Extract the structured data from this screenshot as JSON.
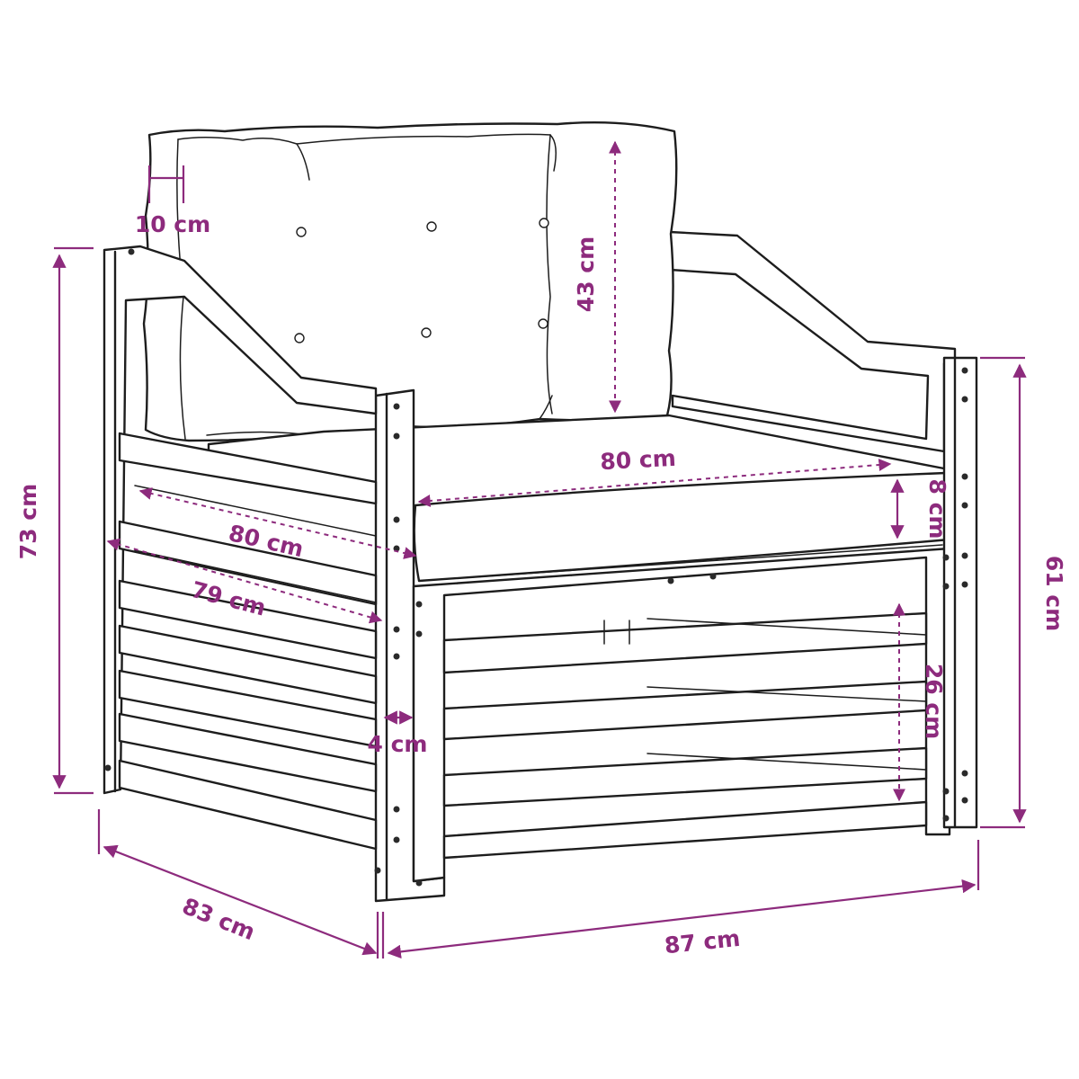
{
  "colors": {
    "dimension": "#8d2b7d",
    "line": "#1d1d1d"
  },
  "dimensions": {
    "cushion_thickness": "10 cm",
    "back_height": "43 cm",
    "total_height": "73 cm",
    "seat_width": "80 cm",
    "seat_thickness": "8 cm",
    "seat_depth": "80 cm",
    "inner_depth": "79 cm",
    "armrest_width": "4 cm",
    "side_height": "61 cm",
    "slat_height": "26 cm",
    "total_depth": "83 cm",
    "total_width": "87 cm"
  }
}
